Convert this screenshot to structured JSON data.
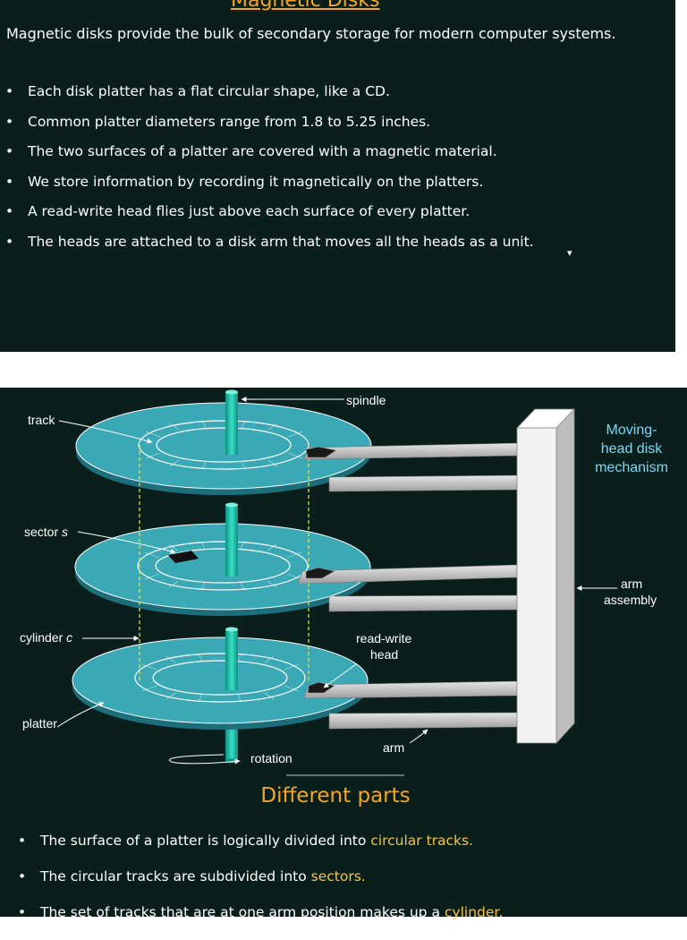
{
  "slide1": {
    "title": "Magnetic Disks",
    "intro": "Magnetic disks provide the bulk of secondary storage for modern computer systems.",
    "bullets": [
      "Each disk platter has a flat circular shape, like a CD.",
      "Common platter diameters range from 1.8 to 5.25 inches.",
      "The two surfaces of a platter are covered with a magnetic material.",
      "We store information by recording it magnetically on the platters.",
      "A read-write head flies just above each surface of every platter.",
      "The heads are attached to a disk arm that moves all the heads as a unit."
    ]
  },
  "diagram": {
    "labels": {
      "spindle": "spindle",
      "track": "track",
      "sector": "sector",
      "sector_var": "s",
      "cylinder": "cylinder",
      "cylinder_var": "c",
      "platter": "platter",
      "read_write_1": "read-write",
      "read_write_2": "head",
      "arm": "arm",
      "rotation": "rotation",
      "arm_assembly_1": "arm",
      "arm_assembly_2": "assembly",
      "mechanism_1": "Moving-",
      "mechanism_2": "head disk",
      "mechanism_3": "mechanism"
    },
    "colors": {
      "platter": "#3aa8b5",
      "spindle": "#1fc9b0",
      "cylinder_dash": "#e8e84a",
      "arm": "#c8c8c8",
      "assembly": "#f2f2f2"
    }
  },
  "slide2": {
    "title": "Different parts",
    "bullets": [
      {
        "text": "The surface of a platter is logically divided into ",
        "highlight": "circular tracks."
      },
      {
        "text": "The circular tracks are subdivided into ",
        "highlight": "sectors."
      },
      {
        "text": "The set of tracks that are at one arm position makes up a ",
        "highlight": "cylinder."
      }
    ]
  }
}
